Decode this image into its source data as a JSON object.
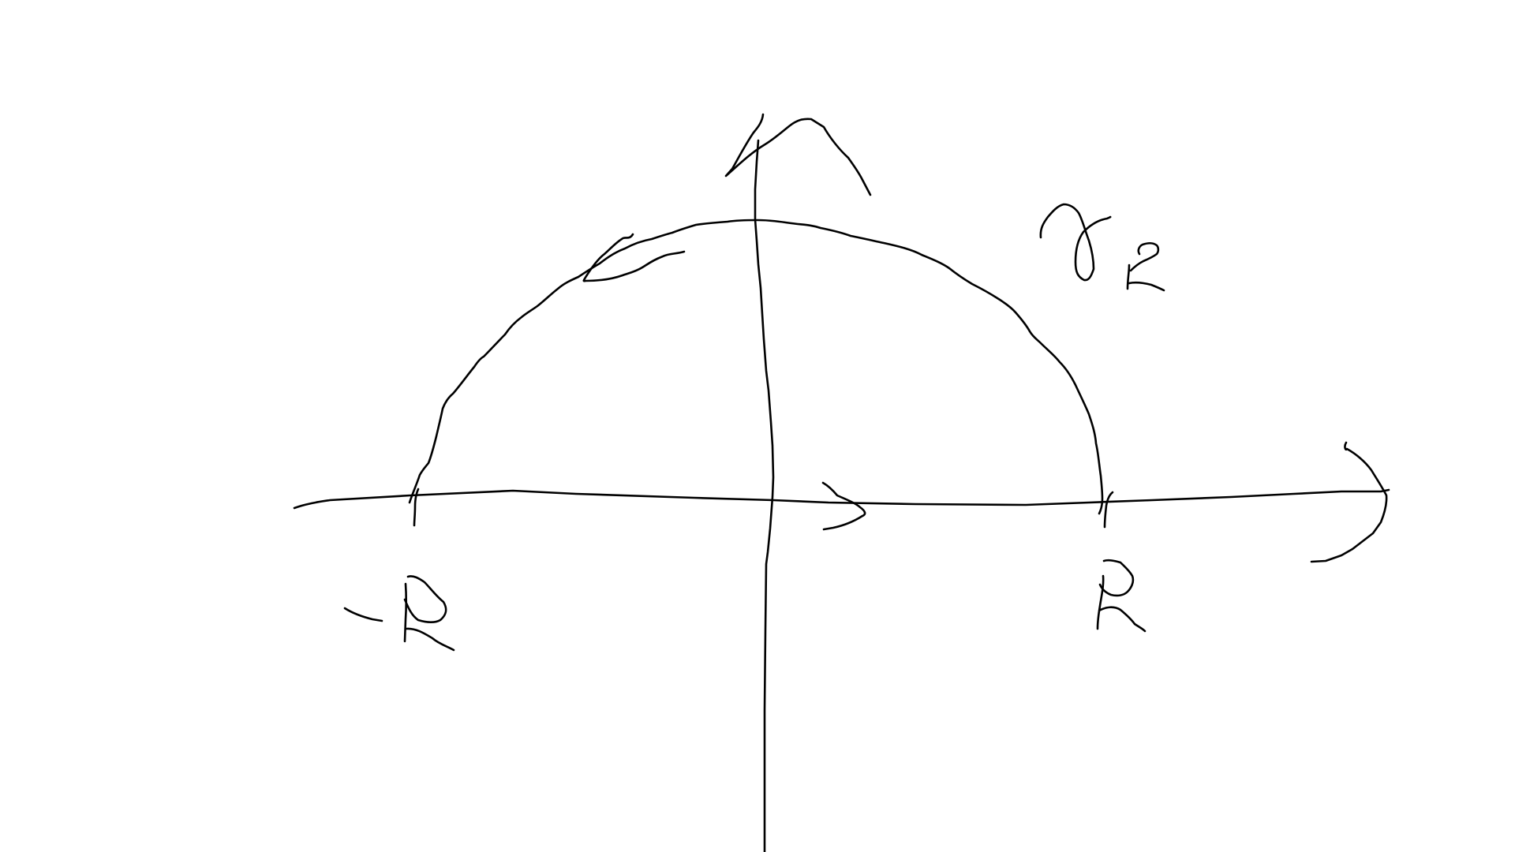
{
  "diagram": {
    "kind": "contour-sketch",
    "background_color": "#ffffff",
    "ink_color": "#000000",
    "labels": {
      "left_endpoint": "-R",
      "right_endpoint": "R",
      "arc_label": "γR"
    },
    "icons": {
      "real_axis_arrow": "arrow-right-icon",
      "imaginary_axis_arrow": "arrow-up-icon",
      "segment_direction_arrow": "arrow-right-icon",
      "arc_direction_arrow": "arrow-left-icon"
    }
  }
}
